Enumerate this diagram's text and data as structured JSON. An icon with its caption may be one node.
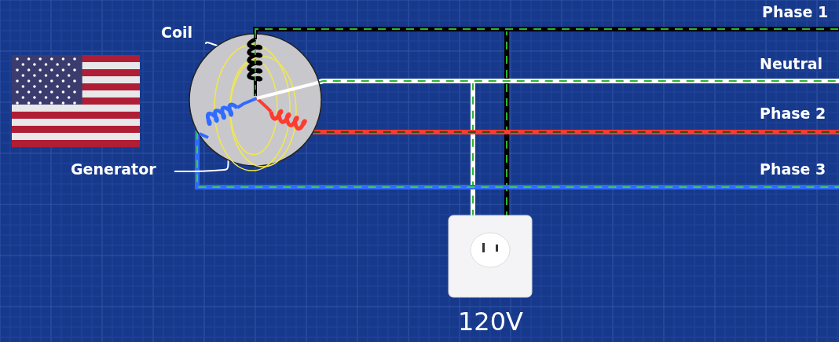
{
  "diagram": {
    "nodes": [
      {
        "text": [
          "Coil"
        ]
      },
      {
        "text": [
          "Generator"
        ]
      },
      {
        "text": [],
        "shape": "circle"
      },
      {
        "text": [],
        "shape": "coil",
        "in": 2
      },
      {
        "text": [],
        "shape": "box",
        "beside": [
          "120V"
        ]
      }
    ],
    "edges": [
      {
        "from": 0,
        "to": 3,
        "arrow": "none"
      },
      {
        "from": 1,
        "to": 2,
        "arrow": "none"
      },
      {
        "from": 2,
        "to": null,
        "arrow": "none",
        "color": "#000000"
      },
      {
        "from": 2,
        "to": null,
        "arrow": "none",
        "color": "#ffffff"
      },
      {
        "from": 2,
        "to": null,
        "arrow": "none",
        "color": "#ff3b30"
      },
      {
        "from": 2,
        "to": null,
        "arrow": "none",
        "color": "#2f6bff"
      },
      {
        "from": 2,
        "to": 4,
        "arrow": "none",
        "color": "#000000"
      },
      {
        "from": 2,
        "to": 4,
        "arrow": "none",
        "color": "#ffffff"
      }
    ],
    "labels": [
      "Phase 1",
      "Neutral",
      "Phase 2",
      "Phase 3"
    ]
  }
}
